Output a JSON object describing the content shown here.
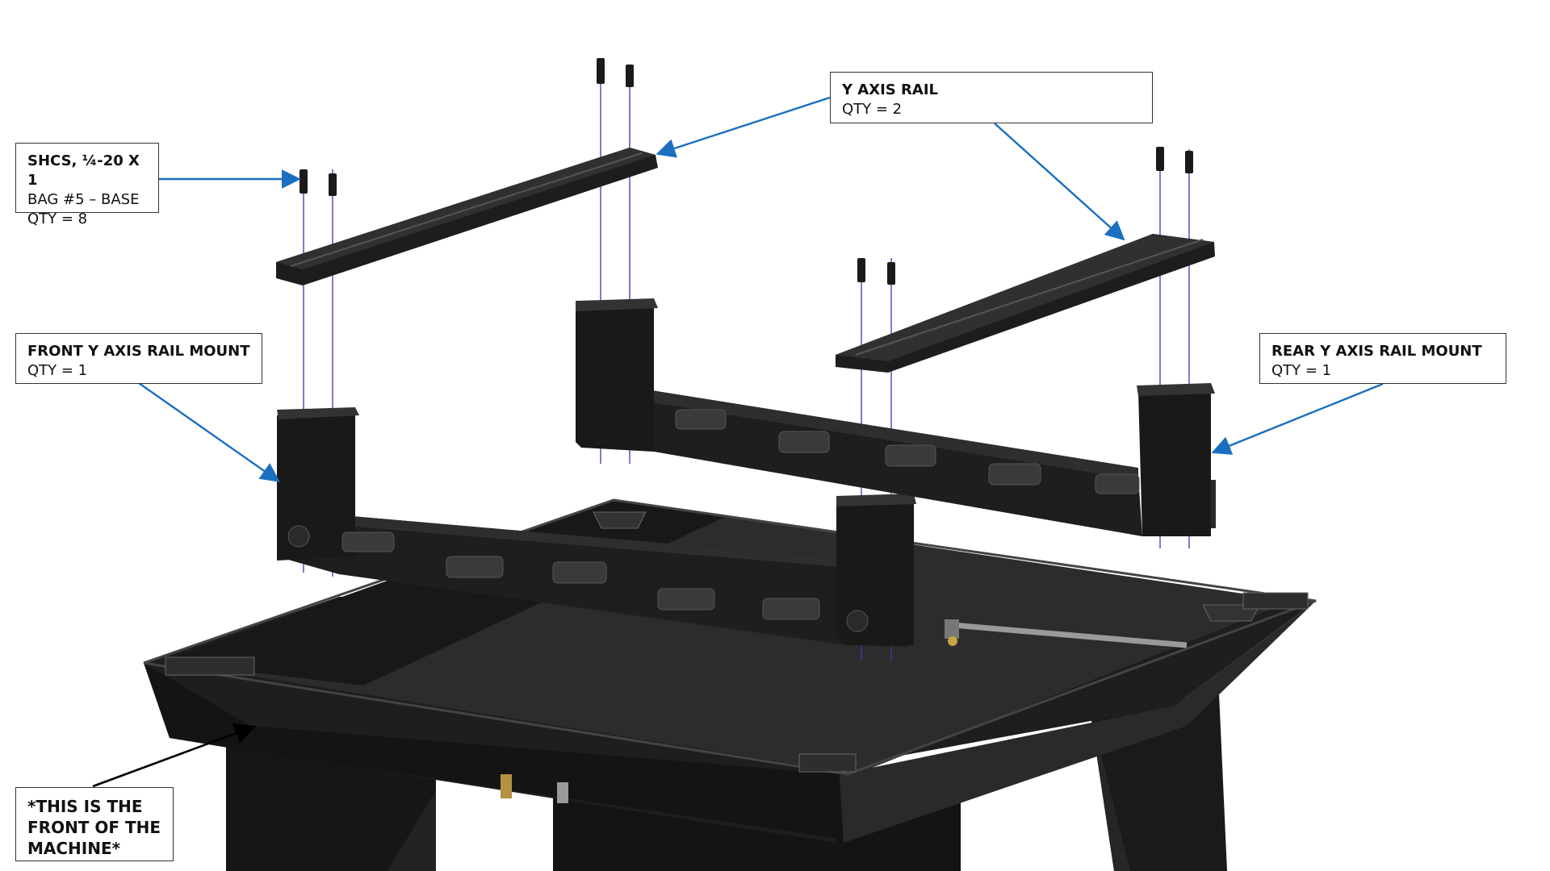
{
  "callouts": {
    "shcs": {
      "title": "SHCS, ¼-20 X 1",
      "line1": "BAG #5 – BASE",
      "line2": "QTY = 8"
    },
    "y_axis_rail": {
      "title": "Y AXIS RAIL",
      "line1": "QTY = 2"
    },
    "front_mount": {
      "title": "FRONT Y AXIS RAIL MOUNT",
      "line1": "QTY = 1"
    },
    "rear_mount": {
      "title": "REAR Y AXIS RAIL MOUNT",
      "line1": "QTY = 1"
    },
    "front_note": {
      "line1": "*THIS IS THE",
      "line2": "FRONT OF THE",
      "line3": "MACHINE*"
    }
  },
  "colors": {
    "leader": "#1a6fc0",
    "part": "#1c1c1c",
    "part_top": "#2b2b2b",
    "bolt_line": "#3a3aa8"
  }
}
